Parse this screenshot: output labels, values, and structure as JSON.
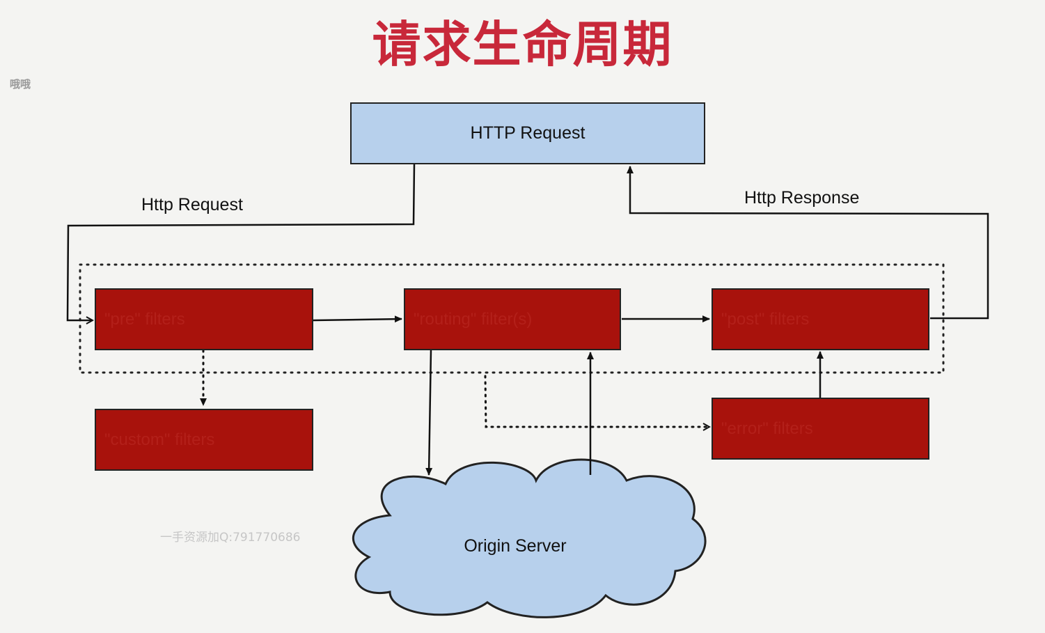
{
  "title": "请求生命周期",
  "corner_note": "哦哦",
  "watermark": "一手资源加Q:791770686",
  "nodes": {
    "http_request": "HTTP Request",
    "pre_filters": "\"pre\" filters",
    "routing_filters": "\"routing\" filter(s)",
    "post_filters": "\"post\" filters",
    "custom_filters": "\"custom\" filters",
    "error_filters": "\"error\" filters",
    "origin_server": "Origin Server"
  },
  "edges": {
    "request_label": "Http Request",
    "response_label": "Http Response"
  },
  "colors": {
    "title": "#c8283a",
    "request_box": "#b7d0ec",
    "filter_box": "#a8120c",
    "cloud": "#b7d0ec"
  }
}
